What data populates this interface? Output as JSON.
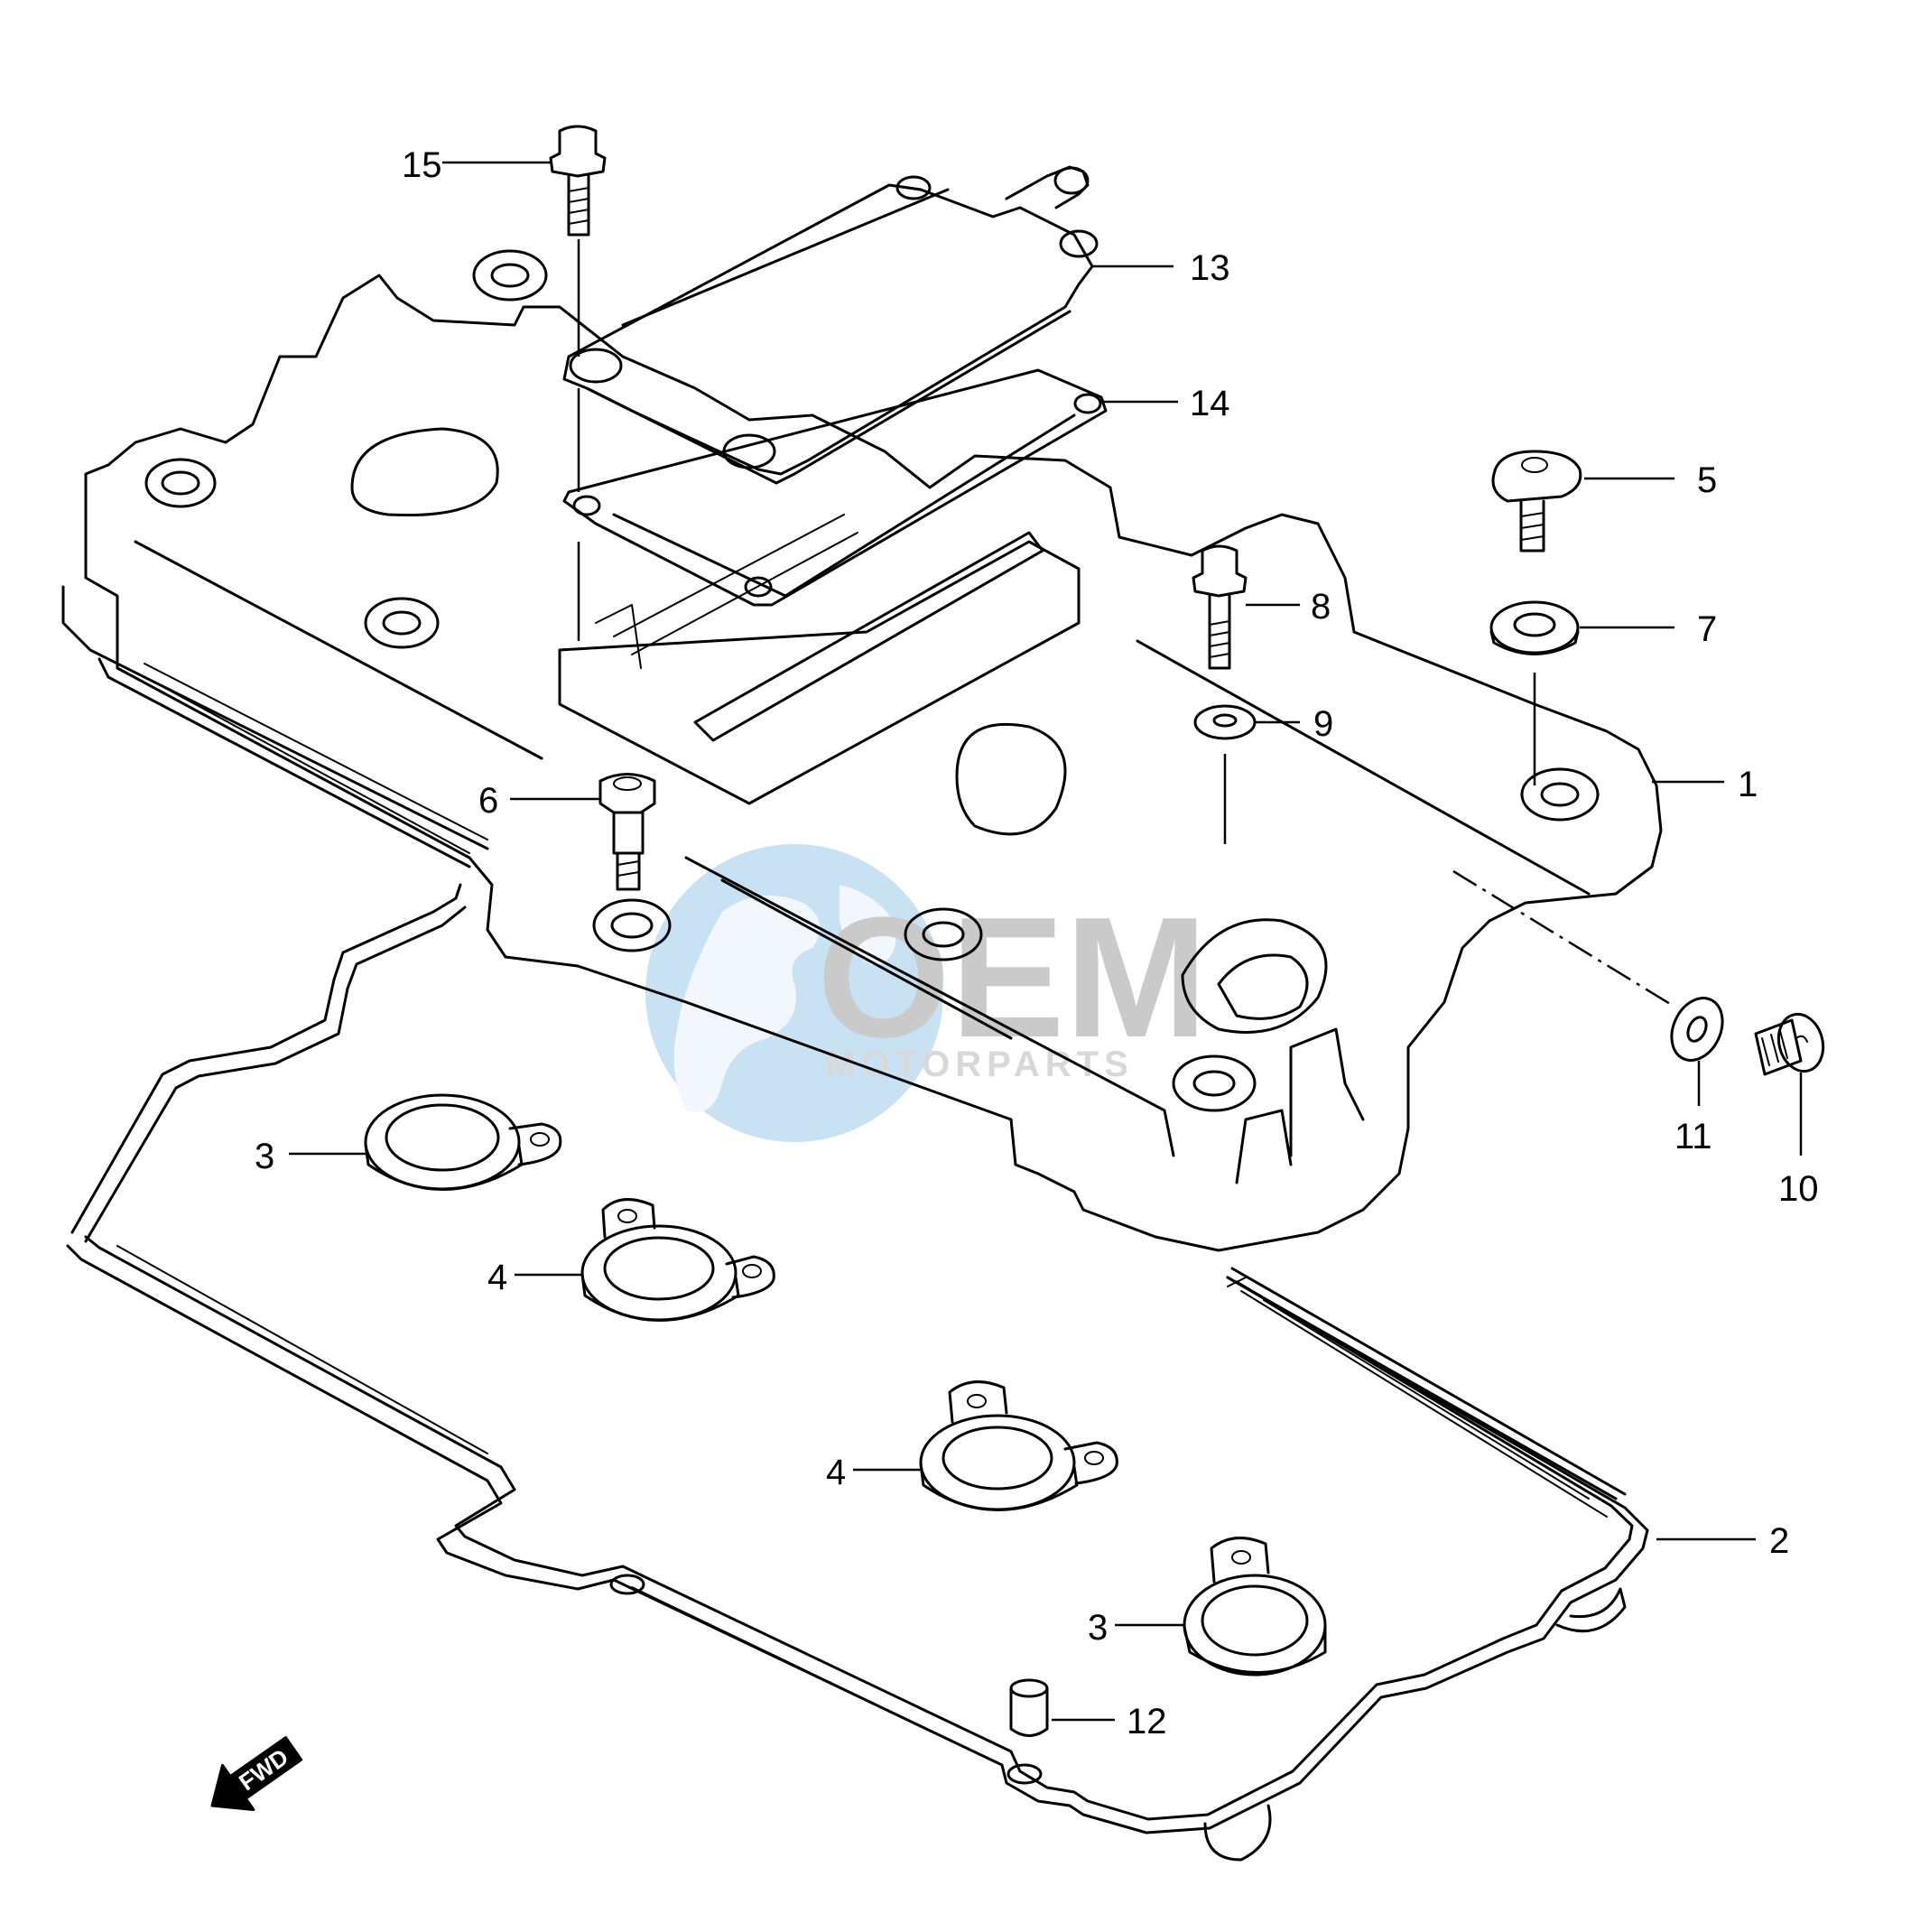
{
  "diagram": {
    "callouts": [
      {
        "id": "c15",
        "label": "15"
      },
      {
        "id": "c13",
        "label": "13"
      },
      {
        "id": "c14",
        "label": "14"
      },
      {
        "id": "c5",
        "label": "5"
      },
      {
        "id": "c8",
        "label": "8"
      },
      {
        "id": "c7",
        "label": "7"
      },
      {
        "id": "c9",
        "label": "9"
      },
      {
        "id": "c1",
        "label": "1"
      },
      {
        "id": "c6",
        "label": "6"
      },
      {
        "id": "c11",
        "label": "11"
      },
      {
        "id": "c10",
        "label": "10"
      },
      {
        "id": "c3a",
        "label": "3"
      },
      {
        "id": "c4a",
        "label": "4"
      },
      {
        "id": "c4b",
        "label": "4"
      },
      {
        "id": "c3b",
        "label": "3"
      },
      {
        "id": "c2",
        "label": "2"
      },
      {
        "id": "c12",
        "label": "12"
      }
    ],
    "fwd_label": "FWD",
    "watermark": {
      "brand": "OEM",
      "sub": "MOTORPARTS",
      "colors": {
        "globe": "#9ecbea",
        "text": "#b9b9b9"
      }
    }
  }
}
